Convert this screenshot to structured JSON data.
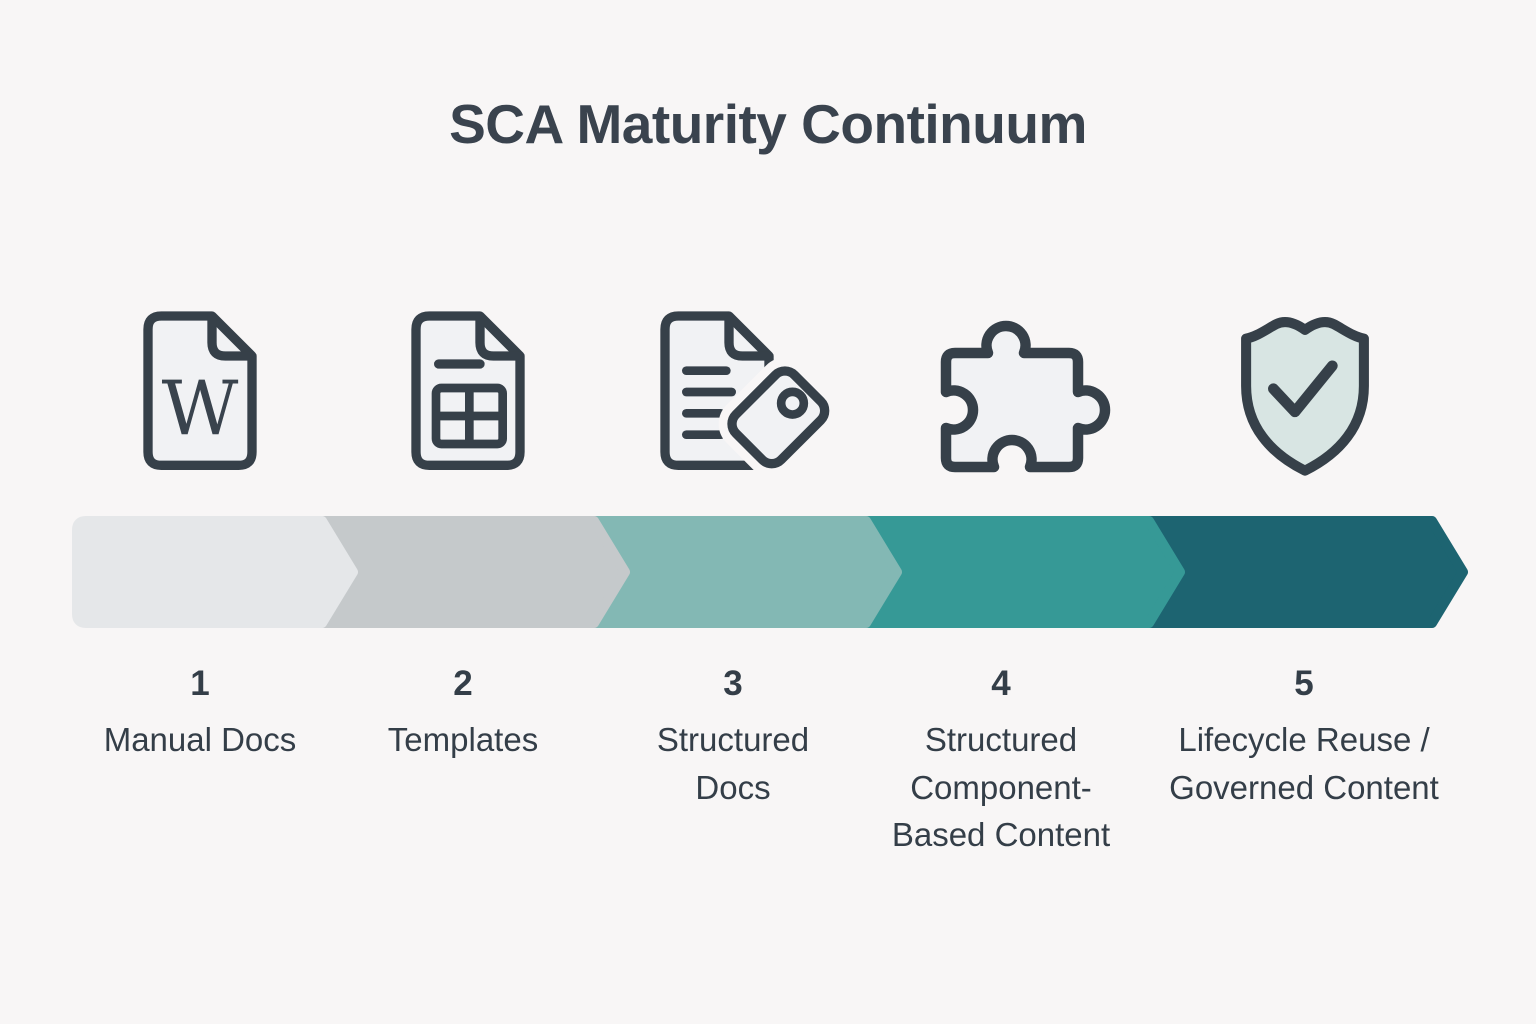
{
  "title": "SCA Maturity Continuum",
  "colors": {
    "background": "#f8f6f6",
    "ink": "#364049",
    "icon_fill": "#f1f2f4",
    "shield_fill": "#d8e5e3"
  },
  "stages": [
    {
      "number": "1",
      "label": "Manual Docs",
      "icon": "word-document-icon",
      "color": "#e5e7e9"
    },
    {
      "number": "2",
      "label": "Templates",
      "icon": "template-document-icon",
      "color": "#c5c9cb"
    },
    {
      "number": "3",
      "label": "Structured Docs",
      "icon": "tagged-document-icon",
      "color": "#83b8b4"
    },
    {
      "number": "4",
      "label": "Structured Component-Based Content",
      "icon": "puzzle-piece-icon",
      "color": "#369996"
    },
    {
      "number": "5",
      "label": "Lifecycle Reuse / Governed Content",
      "icon": "shield-check-icon",
      "color": "#1d6471"
    }
  ],
  "word_doc_letter": "W"
}
